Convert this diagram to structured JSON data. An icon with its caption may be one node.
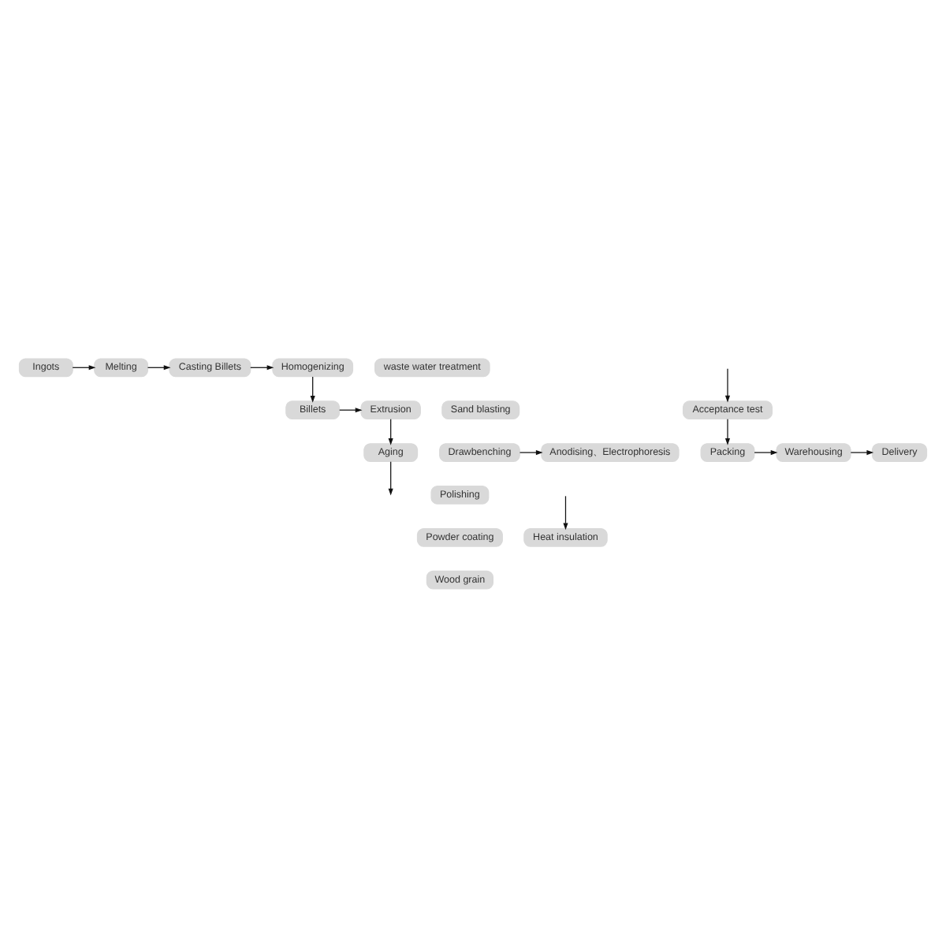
{
  "diagram": {
    "nodes": [
      {
        "text": [
          "Ingots"
        ]
      },
      {
        "text": [
          "Melting"
        ]
      },
      {
        "text": [
          "Casting Billets"
        ]
      },
      {
        "text": [
          "Homogenizing"
        ]
      },
      {
        "text": [
          "waste water treatment"
        ]
      },
      {
        "text": [
          "Extrusion"
        ]
      },
      {
        "text": [
          "Billets"
        ]
      },
      {
        "text": [
          "Sand blasting"
        ]
      },
      {
        "text": [
          "Drawbenching"
        ]
      },
      {
        "text": [
          "Anodising、Electrophoresis"
        ]
      },
      {
        "text": [
          "Aging"
        ]
      },
      {
        "text": [
          "Polishing"
        ]
      },
      {
        "text": [
          "Acceptance test"
        ]
      },
      {
        "text": [
          "Powder coating"
        ]
      },
      {
        "text": [
          "Heat insulation"
        ]
      },
      {
        "text": [
          "Wood grain"
        ]
      },
      {
        "text": [
          "Delivery"
        ]
      },
      {
        "text": [
          "Warehousing"
        ]
      },
      {
        "text": [
          "Packing"
        ]
      }
    ],
    "edges": [
      {
        "from": 0,
        "to": 1,
        "arrow": "to"
      },
      {
        "from": 1,
        "to": 2,
        "arrow": "to"
      },
      {
        "from": 2,
        "to": 3,
        "arrow": "to"
      },
      {
        "from": 3,
        "to": 6,
        "arrow": "to"
      },
      {
        "from": 6,
        "to": 5,
        "arrow": "to"
      },
      {
        "from": 5,
        "to": 10,
        "arrow": "to"
      },
      {
        "from": 10,
        "to": null,
        "arrow": "to"
      },
      {
        "from": 8,
        "to": 9,
        "arrow": "to"
      },
      {
        "from": null,
        "to": 14,
        "arrow": "to"
      },
      {
        "from": null,
        "to": 12,
        "arrow": "to"
      },
      {
        "from": 12,
        "to": 18,
        "arrow": "to"
      },
      {
        "from": 18,
        "to": 17,
        "arrow": "to"
      },
      {
        "from": 17,
        "to": 16,
        "arrow": "to"
      }
    ]
  }
}
